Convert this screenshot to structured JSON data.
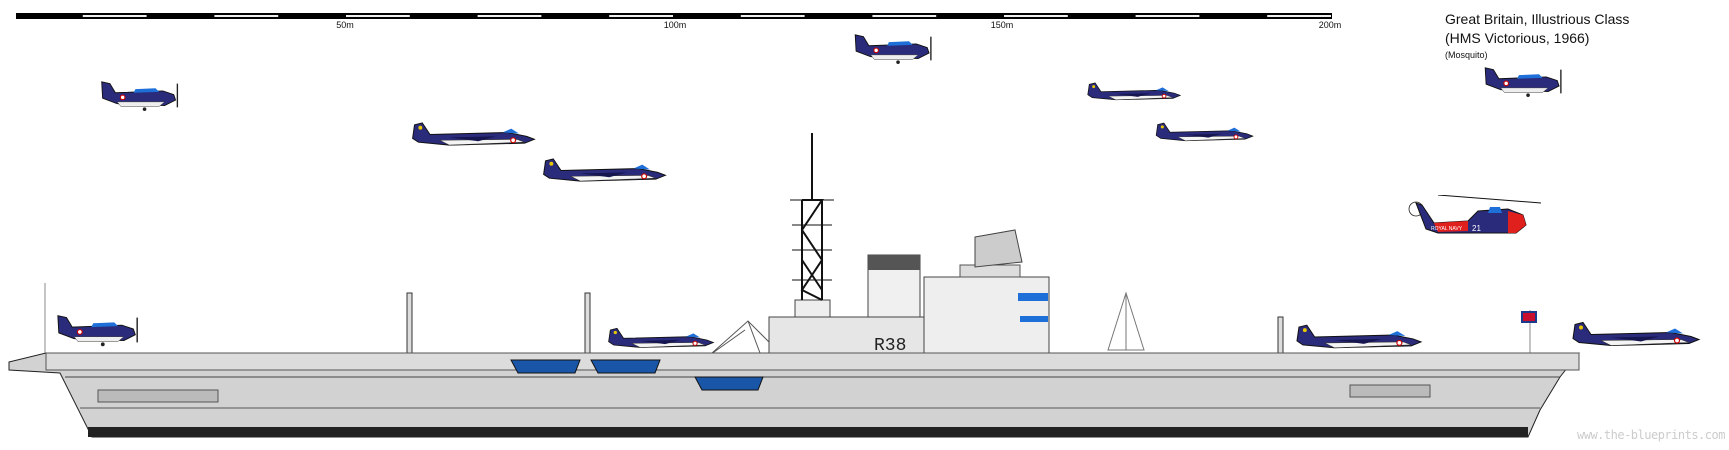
{
  "title": {
    "line1": "Great Britain, Illustrious Class",
    "line2": "(HMS Victorious, 1966)",
    "author": "(Mosquito)"
  },
  "scale_bar": {
    "labels": [
      "50m",
      "100m",
      "150m",
      "200m"
    ]
  },
  "ship": {
    "pennant_number": "R38"
  },
  "helicopter": {
    "marking": "ROYAL NAVY",
    "number": "21"
  },
  "watermark": "www.the-blueprints.com",
  "colors": {
    "navy_blue": "#2b2b7c",
    "hull_grey": "#cfcfcf",
    "boot_top": "#222222",
    "heli_red": "#e0201c"
  }
}
